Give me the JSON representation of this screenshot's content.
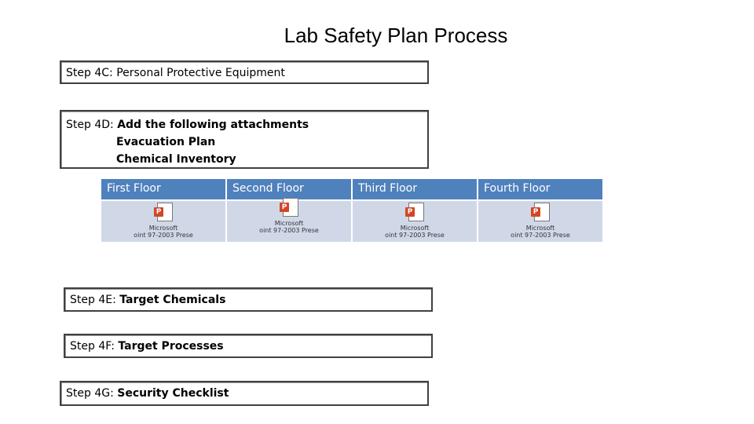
{
  "slide": {
    "title": "Lab Safety Plan Process"
  },
  "steps": {
    "s4c": {
      "prefix": "Step 4C: ",
      "text": "Personal Protective Equipment"
    },
    "s4d": {
      "prefix": "Step 4D: ",
      "text": "Add the following attachments",
      "sub1": "Evacuation Plan",
      "sub2": "Chemical Inventory"
    },
    "s4e": {
      "prefix": "Step 4E: ",
      "text": "Target Chemicals"
    },
    "s4f": {
      "prefix": "Step 4F: ",
      "text": "Target Processes"
    },
    "s4g": {
      "prefix": "Step 4G: ",
      "text": "Security Checklist"
    }
  },
  "floors": {
    "headers": [
      "First Floor",
      "Second Floor",
      "Third Floor",
      "Fourth Floor"
    ],
    "attachments": [
      {
        "icon": "powerpoint-icon",
        "line1": "Microsoft",
        "line2": "oint 97-2003 Prese"
      },
      {
        "icon": "powerpoint-icon",
        "line1": "Microsoft",
        "line2": "oint 97-2003 Prese"
      },
      {
        "icon": "powerpoint-icon",
        "line1": "Microsoft",
        "line2": "oint 97-2003 Prese"
      },
      {
        "icon": "powerpoint-icon",
        "line1": "Microsoft",
        "line2": "oint 97-2003 Prese"
      }
    ]
  },
  "colors": {
    "header_bg": "#4f81bd",
    "cell_bg": "#d0d8e8",
    "icon_accent": "#d24726"
  }
}
